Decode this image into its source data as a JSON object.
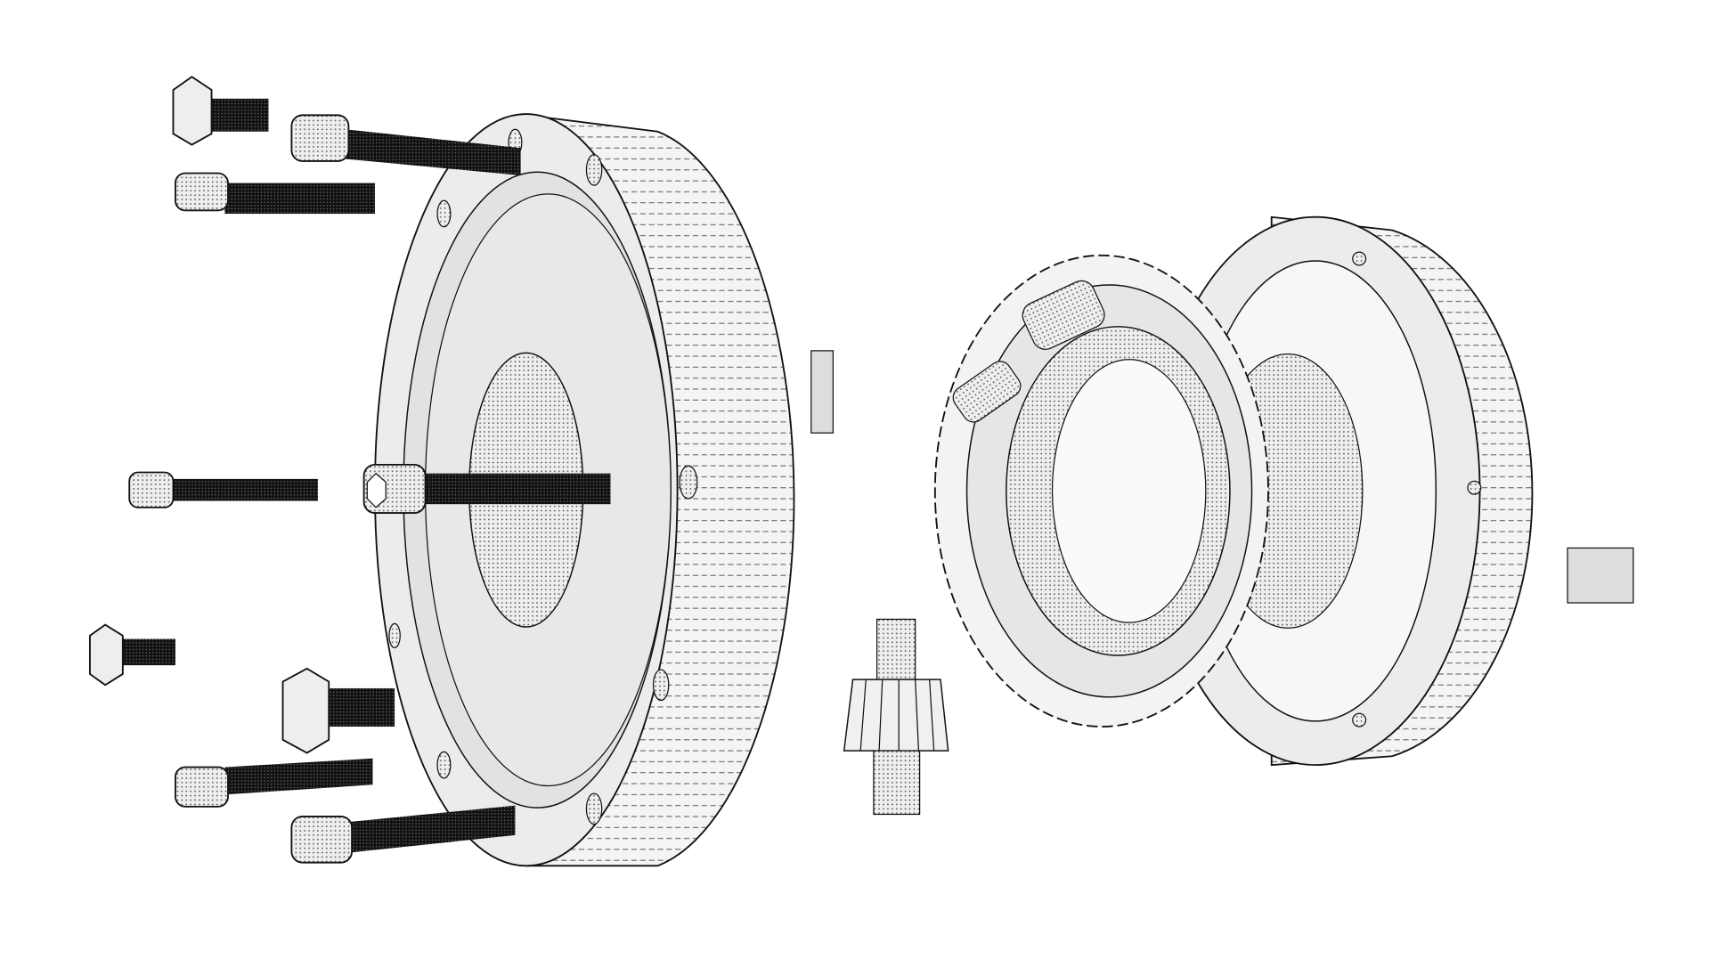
{
  "figure": {
    "kind": "exploded-view technical drawing",
    "colors": {
      "background": "#ffffff",
      "part_fill": "#e8e8e8",
      "face_fill": "#f2f2f2",
      "outline": "#111111",
      "bolt_thread": "#1a1a1a"
    },
    "parts": [
      "housing-left",
      "bolts",
      "pinion-gear",
      "ring-gear",
      "housing-right"
    ]
  }
}
